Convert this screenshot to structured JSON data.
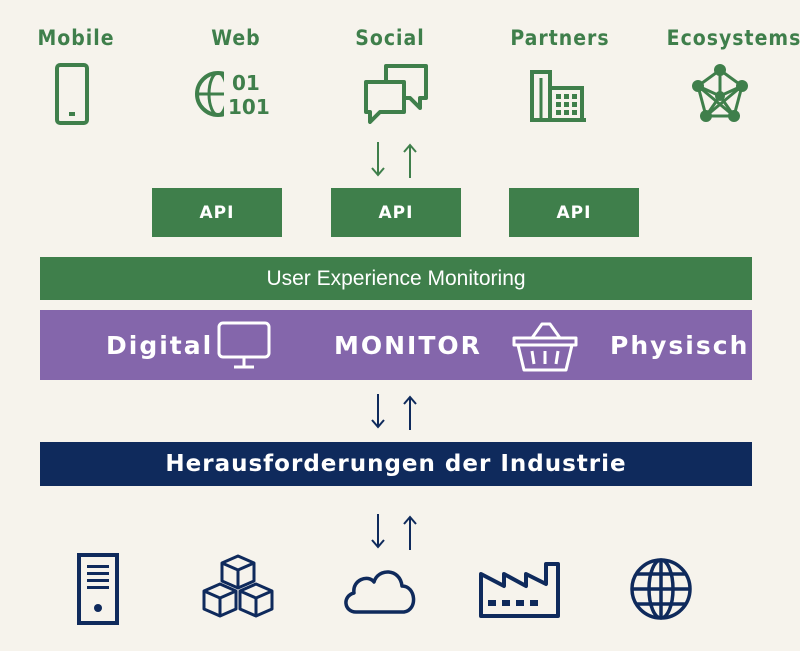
{
  "top_channels": [
    {
      "label": "Mobile",
      "icon": "smartphone-icon"
    },
    {
      "label": "Web",
      "icon": "globe-binary-icon"
    },
    {
      "label": "Social",
      "icon": "chat-bubbles-icon"
    },
    {
      "label": "Partners",
      "icon": "office-building-icon"
    },
    {
      "label": "Ecosystems",
      "icon": "network-icon"
    }
  ],
  "api_boxes": [
    "API",
    "API",
    "API"
  ],
  "ux_monitoring": "User Experience Monitoring",
  "monitor_bar": {
    "left": "Digital",
    "center": "MONITOR",
    "right": "Physisch",
    "left_icon": "desktop-monitor-icon",
    "right_icon": "shopping-basket-icon"
  },
  "industry_bar": "Herausforderungen der Industrie",
  "bottom_icons": [
    "server-icon",
    "cubes-icon",
    "cloud-icon",
    "factory-icon",
    "globe-icon"
  ],
  "colors": {
    "green": "#3f7f4b",
    "purple": "#8466ab",
    "navy": "#0f2a5c",
    "background": "#f6f3ec"
  }
}
